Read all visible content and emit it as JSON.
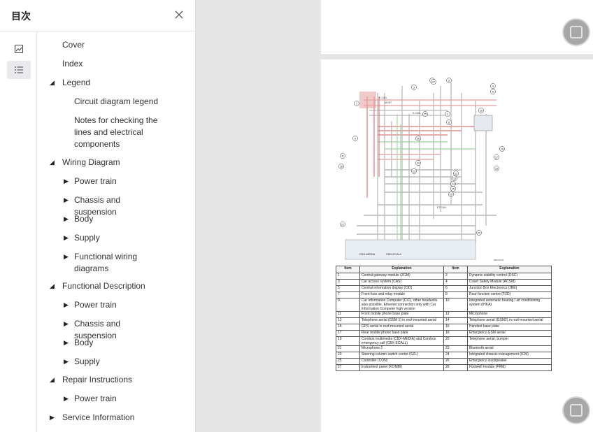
{
  "sidebar": {
    "title": "目次",
    "close_icon": "close-icon",
    "rail": [
      {
        "name": "thumbnail-view-button",
        "icon": "image-icon"
      },
      {
        "name": "outline-view-button",
        "icon": "list-icon"
      }
    ],
    "toc": [
      {
        "label": "Cover",
        "level": 0,
        "arrow": "none"
      },
      {
        "label": "Index",
        "level": 0,
        "arrow": "none"
      },
      {
        "label": "Legend",
        "level": 0,
        "arrow": "expanded"
      },
      {
        "label": "Circuit diagram legend",
        "level": 1,
        "arrow": "none"
      },
      {
        "label": "Notes for checking the lines and electrical components",
        "level": 1,
        "arrow": "none"
      },
      {
        "label": "Wiring Diagram",
        "level": 0,
        "arrow": "expanded"
      },
      {
        "label": "Power train",
        "level": 1,
        "arrow": "collapsed"
      },
      {
        "label": "Chassis and suspension",
        "level": 1,
        "arrow": "collapsed"
      },
      {
        "label": "Body",
        "level": 1,
        "arrow": "collapsed"
      },
      {
        "label": "Supply",
        "level": 1,
        "arrow": "collapsed"
      },
      {
        "label": "Functional wiring diagrams",
        "level": 1,
        "arrow": "collapsed"
      },
      {
        "label": "Functional Description",
        "level": 0,
        "arrow": "expanded"
      },
      {
        "label": "Power train",
        "level": 1,
        "arrow": "collapsed"
      },
      {
        "label": "Chassis and suspension",
        "level": 1,
        "arrow": "collapsed"
      },
      {
        "label": "Body",
        "level": 1,
        "arrow": "collapsed"
      },
      {
        "label": "Supply",
        "level": 1,
        "arrow": "collapsed"
      },
      {
        "label": "Repair Instructions",
        "level": 0,
        "arrow": "expanded"
      },
      {
        "label": "Power train",
        "level": 1,
        "arrow": "collapsed"
      },
      {
        "label": "Service Information",
        "level": 0,
        "arrow": "collapsed"
      }
    ]
  },
  "diagram": {
    "bus_labels": [
      "K-CAN",
      "MOST",
      "K-CAN",
      "PT-CAN"
    ],
    "bottom_labels": [
      "CBX-MEDIA",
      "CBX-ECALL"
    ],
    "figure_id": "RB070033",
    "callouts": [
      "1",
      "2",
      "3",
      "4",
      "5",
      "6",
      "7",
      "8",
      "9",
      "10",
      "11",
      "12",
      "13",
      "14",
      "15",
      "16",
      "17",
      "18",
      "19",
      "20",
      "21",
      "22",
      "23",
      "24",
      "25",
      "26",
      "27"
    ]
  },
  "table": {
    "headers": [
      "Item",
      "Explanation",
      "Item",
      "Explanation"
    ],
    "rows": [
      [
        "1",
        "Central gateway module (ZGM)",
        "2",
        "Dynamic stability control (DSC)"
      ],
      [
        "3",
        "Car access system (CAS)",
        "4",
        "Crash Safety Module (ACSM)"
      ],
      [
        "5",
        "Central information display (CID)",
        "6",
        "Junction Box Electronics (JBE)"
      ],
      [
        "7",
        "Front fuse and relay module",
        "8",
        "Rear function centre (FZD)"
      ],
      [
        "9",
        "Car Information Computer (CIC), other headunits also possible, Ethernet connection only with Car Information Computer high version",
        "10",
        "Integrated automatic heating / air conditioning system (IHKA)"
      ],
      [
        "11",
        "Front mobile phone base plate",
        "12",
        "Microphone"
      ],
      [
        "13",
        "Telephone aerial (GSM 1) in roof-mounted aerial",
        "14",
        "Telephone aerial (GSM2) in roof-mounted aerial"
      ],
      [
        "15",
        "GPS aerial in roof-mounted aerial",
        "16",
        "Handset base plate"
      ],
      [
        "17",
        "Rear mobile phone base plate",
        "18",
        "Emergency GSM aerial"
      ],
      [
        "19",
        "Combox multimedia (CBX-MEDIA) and Combox emergency call (CBX-ECALL)",
        "20",
        "Telephone aerial, bumper"
      ],
      [
        "21",
        "Microphone 2",
        "22",
        "Bluetooth aerial"
      ],
      [
        "23",
        "Steering column switch centre (SZL)",
        "24",
        "Integrated chassis management (ICM)"
      ],
      [
        "25",
        "Controller (CON)",
        "26",
        "Emergency loudspeaker"
      ],
      [
        "27",
        "Instrument panel (KOMBI)",
        "28",
        "Footwell module (FRM)"
      ]
    ]
  }
}
